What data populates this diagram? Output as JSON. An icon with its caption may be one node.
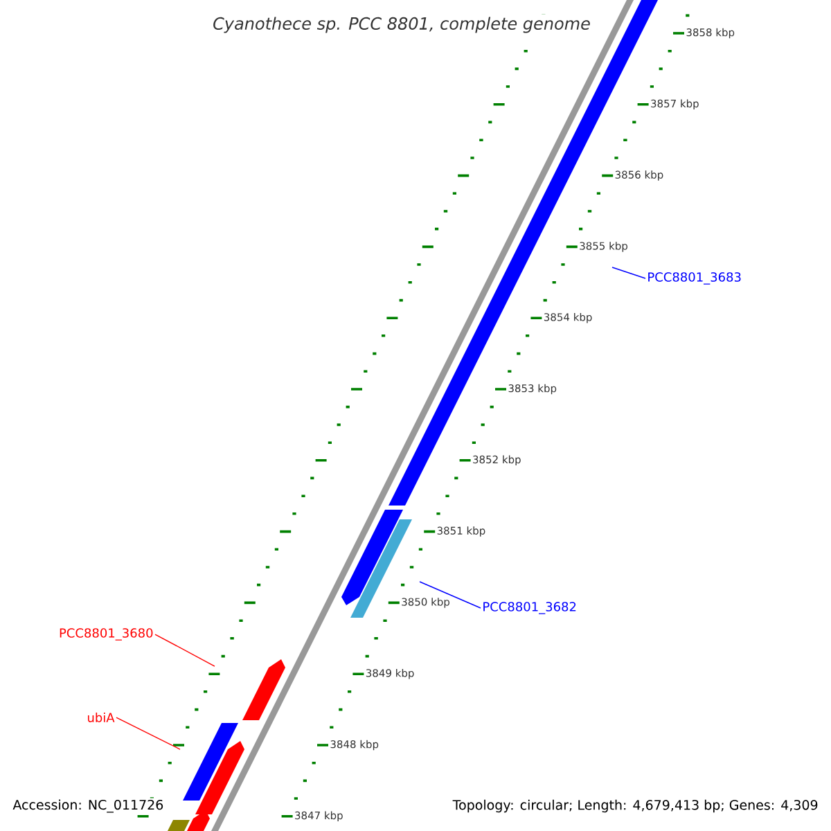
{
  "diagram": {
    "title": "Cyanothece sp. PCC 8801, complete genome",
    "nodes": [
      {
        "text": [
          "PCC8801_3683"
        ]
      },
      {
        "text": [
          "PCC8801_3682"
        ]
      },
      {
        "text": [
          "PCC8801_3680"
        ]
      },
      {
        "text": [
          "ubiA"
        ]
      }
    ],
    "edges": [
      {
        "from": 0,
        "to": null,
        "arrow": "none",
        "color": "#0000ff"
      },
      {
        "from": 1,
        "to": null,
        "arrow": "none",
        "color": "#0000ff"
      },
      {
        "from": 2,
        "to": null,
        "arrow": "none",
        "color": "#ff0000"
      },
      {
        "from": 3,
        "to": null,
        "arrow": "none",
        "color": "#ff0000"
      }
    ],
    "labels": [
      "3858 kbp",
      "3857 kbp",
      "3856 kbp",
      "3855 kbp",
      "3854 kbp",
      "3853 kbp",
      "3852 kbp",
      "3851 kbp",
      "3850 kbp",
      "3849 kbp",
      "3848 kbp",
      "3847 kbp",
      "Accession: NC_011726",
      "Topology: circular; Length: 4,679,413 bp; Genes: 4,309"
    ]
  }
}
